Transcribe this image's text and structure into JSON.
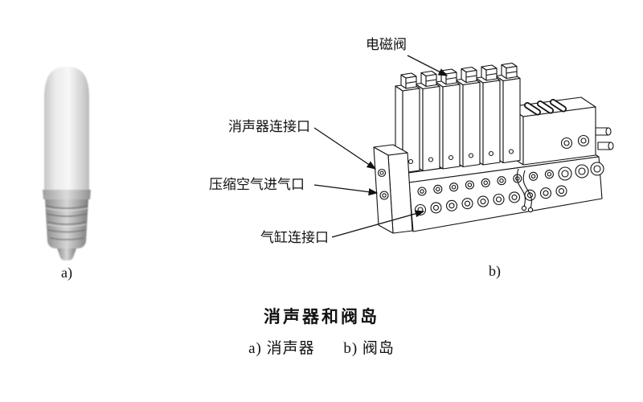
{
  "figure": {
    "caption_title": "消声器和阀岛",
    "subcaption_a": "a) 消声器",
    "subcaption_b": "b) 阀岛",
    "panel_a": "a)",
    "panel_b": "b)"
  },
  "annotations": {
    "solenoid_valve": "电磁阀",
    "silencer_port": "消声器连接口",
    "air_inlet": "压缩空气进气口",
    "cylinder_port": "气缸连接口"
  },
  "colors": {
    "ink": "#111111",
    "paper": "#ffffff",
    "silencer_body": "#e6e6e6",
    "silencer_thread": "#9a9a9a"
  }
}
